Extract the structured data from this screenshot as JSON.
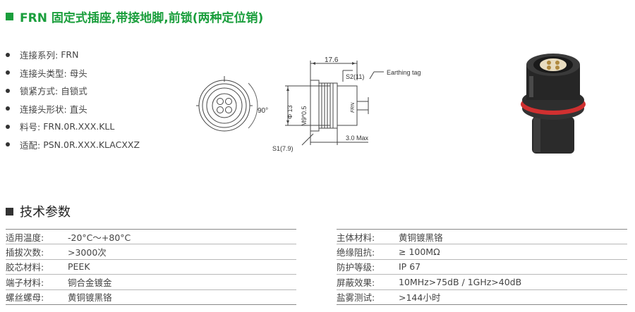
{
  "title": "FRN 固定式插座,带接地脚,前锁(两种定位销)",
  "specs": [
    {
      "label": "连接系列:",
      "value": "FRN"
    },
    {
      "label": "连接头类型:",
      "value": "母头"
    },
    {
      "label": "锁紧方式:",
      "value": "自锁式"
    },
    {
      "label": "连接头形状:",
      "value": "直头"
    },
    {
      "label": "料号:",
      "value": "FRN.0R.XXX.KLL"
    },
    {
      "label": "适配:",
      "value": "PSN.0R.XXX.KLACXXZ"
    }
  ],
  "drawing": {
    "angle": "90°",
    "length": "17.6",
    "s2": "S2(11)",
    "earthing": "Earthing tag",
    "diameter": "Φ 13",
    "thread": "M9*0.5",
    "s1": "S1(7.9)",
    "max": "3.0 Max",
    "body_mark": "FRN"
  },
  "section_title": "技术参数",
  "params_left": [
    {
      "label": "适用温度:",
      "value": "-20°C～+80°C"
    },
    {
      "label": "插拔次数:",
      "value": ">3000次"
    },
    {
      "label": "胶芯材料:",
      "value": "PEEK"
    },
    {
      "label": "端子材料:",
      "value": "铜合金镀金"
    },
    {
      "label": "螺丝螺母:",
      "value": "黄铜镀黑铬"
    }
  ],
  "params_right": [
    {
      "label": "主体材料:",
      "value": "黄铜镀黑铬"
    },
    {
      "label": "绝缘阻抗:",
      "value": "≥ 100MΩ"
    },
    {
      "label": "防护等级:",
      "value": "IP 67"
    },
    {
      "label": "屏蔽效果:",
      "value": "10MHz>75dB / 1GHz>40dB"
    },
    {
      "label": "盐雾测试:",
      "value": ">144小时"
    }
  ],
  "colors": {
    "accent": "#1a9e3c",
    "seal_ring": "#d03030",
    "body": "#2b2b2b"
  }
}
